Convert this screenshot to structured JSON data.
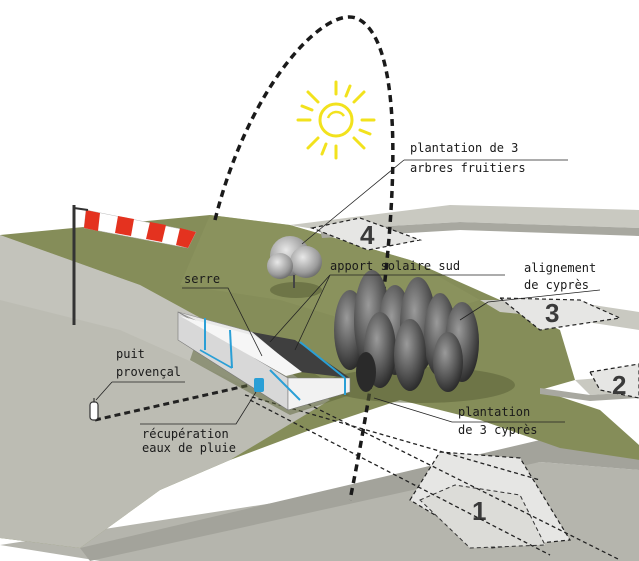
{
  "labels": {
    "fruit_trees_line1": "plantation de 3",
    "fruit_trees_line2": "arbres fruitiers",
    "solar_gain": "apport solaire sud",
    "greenhouse": "serre",
    "cypress_alignment_line1": "alignement",
    "cypress_alignment_line2": "de cyprès",
    "well_line1": "puit",
    "well_line2": "provençal",
    "rainwater_line1": "récupération",
    "rainwater_line2": "eaux de pluie",
    "cypress_plant_line1": "plantation",
    "cypress_plant_line2": "de 3 cyprès"
  },
  "zones": {
    "zone1": "1",
    "zone2": "2",
    "zone3": "3",
    "zone4": "4"
  },
  "colors": {
    "grass": "#858d59",
    "grass_light": "#959c69",
    "ground_edge": "#bdbdb5",
    "ground_edge_dark": "#9a9a92",
    "hill": "#b9b9b0",
    "path": "#e6e6e4",
    "sun": "#f2e21d",
    "windsock_red": "#e4321f",
    "water_blue": "#2a9fd6"
  }
}
